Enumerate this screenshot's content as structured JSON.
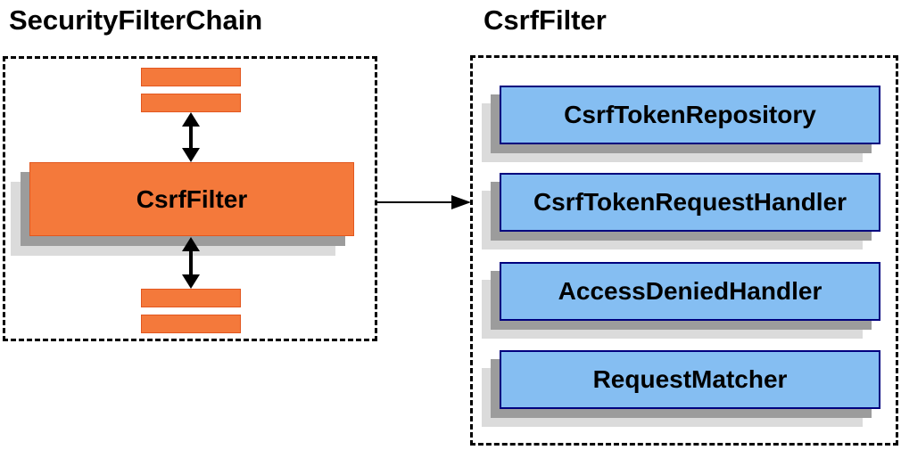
{
  "diagram": {
    "left_panel": {
      "title": "SecurityFilterChain",
      "filter_label": "CsrfFilter"
    },
    "right_panel": {
      "title": "CsrfFilter",
      "components": [
        "CsrfTokenRepository",
        "CsrfTokenRequestHandler",
        "AccessDeniedHandler",
        "RequestMatcher"
      ]
    },
    "icons": {
      "bidirectional_arrow": "vertical double-headed filled arrow (↕)",
      "flow_arrow": "right-pointing filled arrow (→)",
      "other_filter_bar": "orange rectangle placeholder for other filters"
    }
  },
  "colors": {
    "filter-orange": "#f4793b",
    "filter-orange-border": "#e2571f",
    "component-blue": "#85bef2",
    "component-blue-border": "#00007e",
    "shadow-dark": "#9c9c9c",
    "shadow-light": "#dbdbdb",
    "outline-black": "#000000"
  }
}
